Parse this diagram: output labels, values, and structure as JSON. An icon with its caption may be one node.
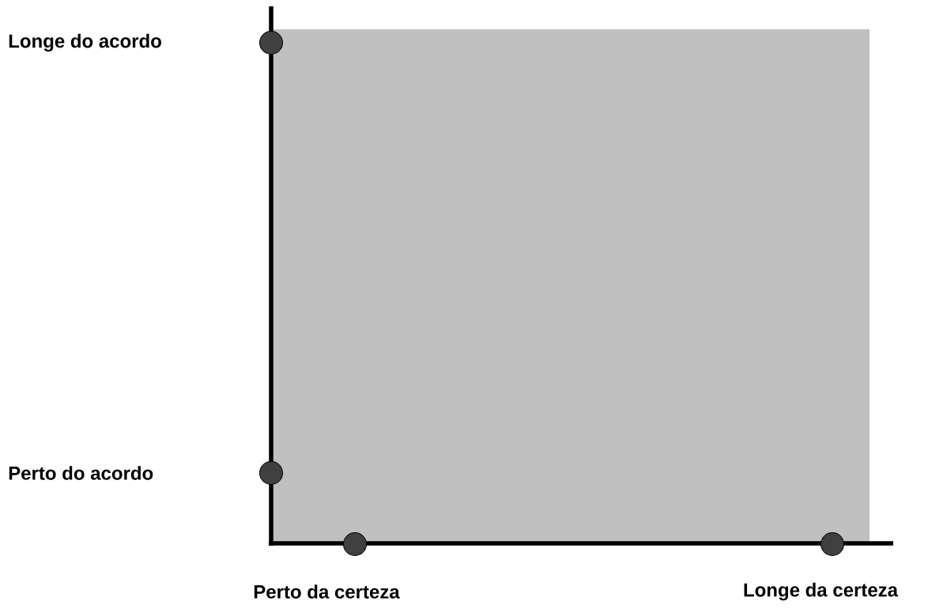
{
  "diagram": {
    "labels": [
      "Longe do acordo",
      "Perto do acordo",
      "Perto da certeza",
      "Longe da certeza"
    ]
  }
}
